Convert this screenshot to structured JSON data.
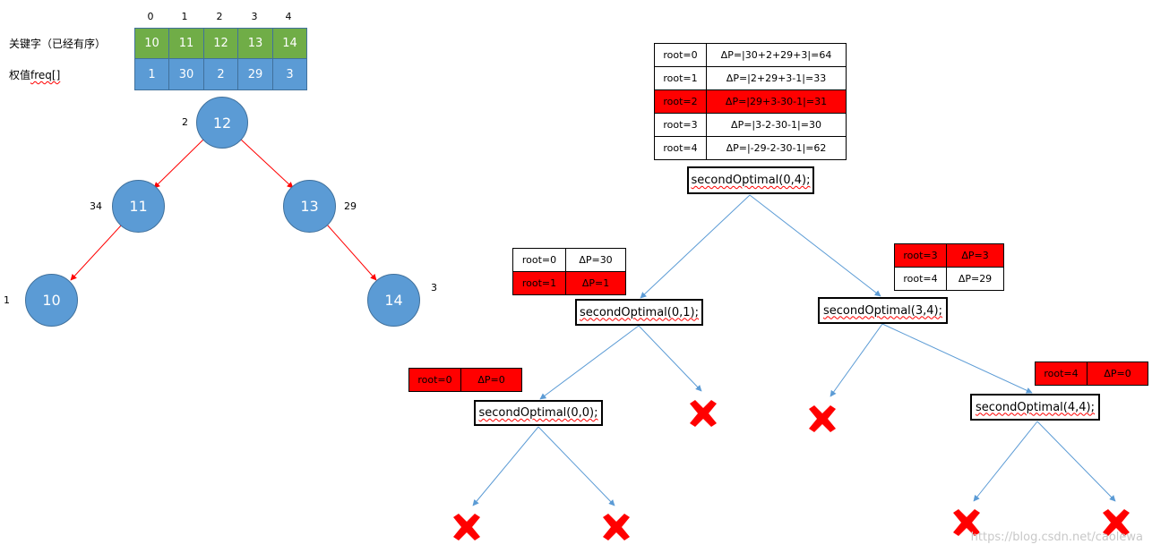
{
  "array": {
    "indices": [
      "0",
      "1",
      "2",
      "3",
      "4"
    ],
    "keys_label_main": "关键字（已经有序）",
    "weights_label_prefix": "权值",
    "weights_label_code": "freq[]",
    "keys": [
      "10",
      "11",
      "12",
      "13",
      "14"
    ],
    "weights": [
      "1",
      "30",
      "2",
      "29",
      "3"
    ]
  },
  "tree": {
    "nodes": [
      {
        "key": "12",
        "weight": "2"
      },
      {
        "key": "11",
        "weight": "34"
      },
      {
        "key": "13",
        "weight": "29"
      },
      {
        "key": "10",
        "weight": "1"
      },
      {
        "key": "14",
        "weight": "3"
      }
    ]
  },
  "tables": {
    "t04": [
      {
        "root": "root=0",
        "dp": "ΔP=|30+2+29+3|=64",
        "highlight": false
      },
      {
        "root": "root=1",
        "dp": "ΔP=|2+29+3-1|=33",
        "highlight": false
      },
      {
        "root": "root=2",
        "dp": "ΔP=|29+3-30-1|=31",
        "highlight": true
      },
      {
        "root": "root=3",
        "dp": "ΔP=|3-2-30-1|=30",
        "highlight": false
      },
      {
        "root": "root=4",
        "dp": "ΔP=|-29-2-30-1|=62",
        "highlight": false
      }
    ],
    "t01": [
      {
        "root": "root=0",
        "dp": "ΔP=30",
        "highlight": false
      },
      {
        "root": "root=1",
        "dp": "ΔP=1",
        "highlight": true
      }
    ],
    "t34": [
      {
        "root": "root=3",
        "dp": "ΔP=3",
        "highlight": true
      },
      {
        "root": "root=4",
        "dp": "ΔP=29",
        "highlight": false
      }
    ],
    "t00": [
      {
        "root": "root=0",
        "dp": "ΔP=0",
        "highlight": true
      }
    ],
    "t44": [
      {
        "root": "root=4",
        "dp": "ΔP=0",
        "highlight": true
      }
    ]
  },
  "calls": {
    "c04": "secondOptimal(0,4);",
    "c01": "secondOptimal(0,1);",
    "c34": "secondOptimal(3,4);",
    "c00": "secondOptimal(0,0);",
    "c44": "secondOptimal(4,4);"
  },
  "colors": {
    "key_cells": "#70ad47",
    "weight_cells": "#5b9bd5",
    "node": "#5b9bd5",
    "tree_edge": "#ff0000",
    "call_arrow": "#5b9bd5",
    "highlight": "#ff0000",
    "x_mark": "#ff0000"
  },
  "null_marker_icon": "red-x-icon",
  "watermark": "https://blog.csdn.net/caolewa"
}
